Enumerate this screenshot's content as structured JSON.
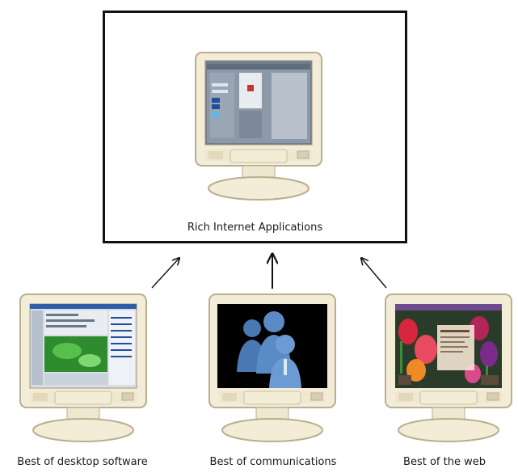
{
  "center": {
    "label": "Rich Internet Applications",
    "screen_content": "application-window-screenshot"
  },
  "sources": [
    {
      "label": "Best of desktop software",
      "screen_content": "desktop-editor-screenshot"
    },
    {
      "label": "Best of communications",
      "screen_content": "people-silhouettes"
    },
    {
      "label": "Best of the web",
      "screen_content": "tulip-web-page-screenshot"
    }
  ],
  "colors": {
    "monitor_body": "#f3ecd6",
    "monitor_outline": "#b9ae8e",
    "border": "#111111",
    "comm_screen": "#000000",
    "people": "#3f6fa8"
  }
}
